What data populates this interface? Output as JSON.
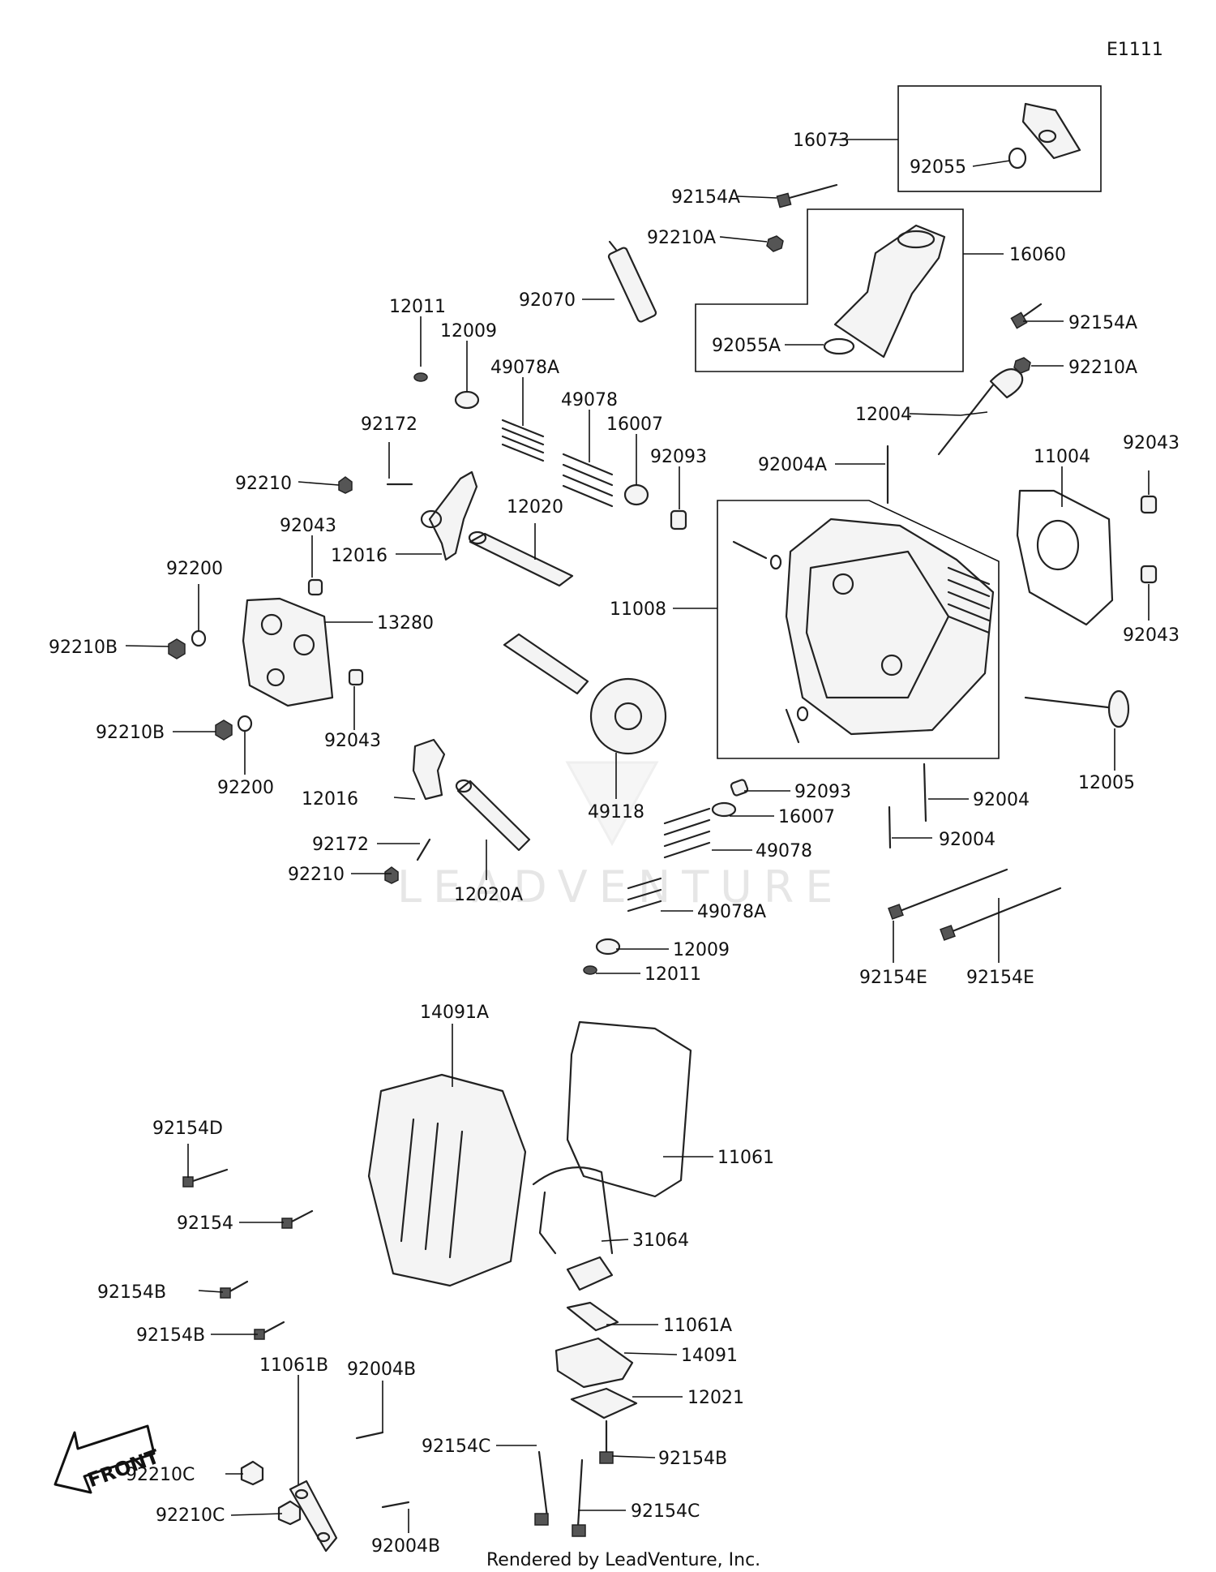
{
  "diagram_code": "E1111",
  "watermark": "LEADVENTURE",
  "footer": "Rendered by LeadVenture, Inc.",
  "front_label": "FRONT",
  "labels": {
    "l16073": "16073",
    "l92055": "92055",
    "l92154A_1": "92154A",
    "l92210A_1": "92210A",
    "l16060": "16060",
    "l92070": "92070",
    "l92154A_2": "92154A",
    "l92055A": "92055A",
    "l92210A_2": "92210A",
    "l12011_1": "12011",
    "l12009_1": "12009",
    "l49078A_1": "49078A",
    "l49078_1": "49078",
    "l16007_1": "16007",
    "l12004": "12004",
    "l92172_1": "92172",
    "l92093_1": "92093",
    "l92004A": "92004A",
    "l92043_1": "92043",
    "l11004": "11004",
    "l92210_1": "92210",
    "l12020": "12020",
    "l92043_2": "92043",
    "l12016_1": "12016",
    "l11008": "11008",
    "l92200_1": "92200",
    "l13280": "13280",
    "l92043_3": "92043",
    "l92210B_1": "92210B",
    "l92043_4": "92043",
    "l92210B_2": "92210B",
    "l12005": "12005",
    "l92200_2": "92200",
    "l92093_2": "92093",
    "l92004_1": "92004",
    "l12016_2": "12016",
    "l49118": "49118",
    "l16007_2": "16007",
    "l92004_2": "92004",
    "l92172_2": "92172",
    "l49078_2": "49078",
    "l92210_2": "92210",
    "l12020A": "12020A",
    "l49078A_2": "49078A",
    "l12009_2": "12009",
    "l92154E_1": "92154E",
    "l92154E_2": "92154E",
    "l12011_2": "12011",
    "l14091A": "14091A",
    "l92154D": "92154D",
    "l11061": "11061",
    "l92154": "92154",
    "l31064": "31064",
    "l92154B_1": "92154B",
    "l11061A": "11061A",
    "l92154B_2": "92154B",
    "l14091": "14091",
    "l11061B": "11061B",
    "l92004B_1": "92004B",
    "l12021": "12021",
    "l92154C_1": "92154C",
    "l92154B_3": "92154B",
    "l92210C_1": "92210C",
    "l92154C_2": "92154C",
    "l92210C_2": "92210C",
    "l92004B_2": "92004B"
  }
}
